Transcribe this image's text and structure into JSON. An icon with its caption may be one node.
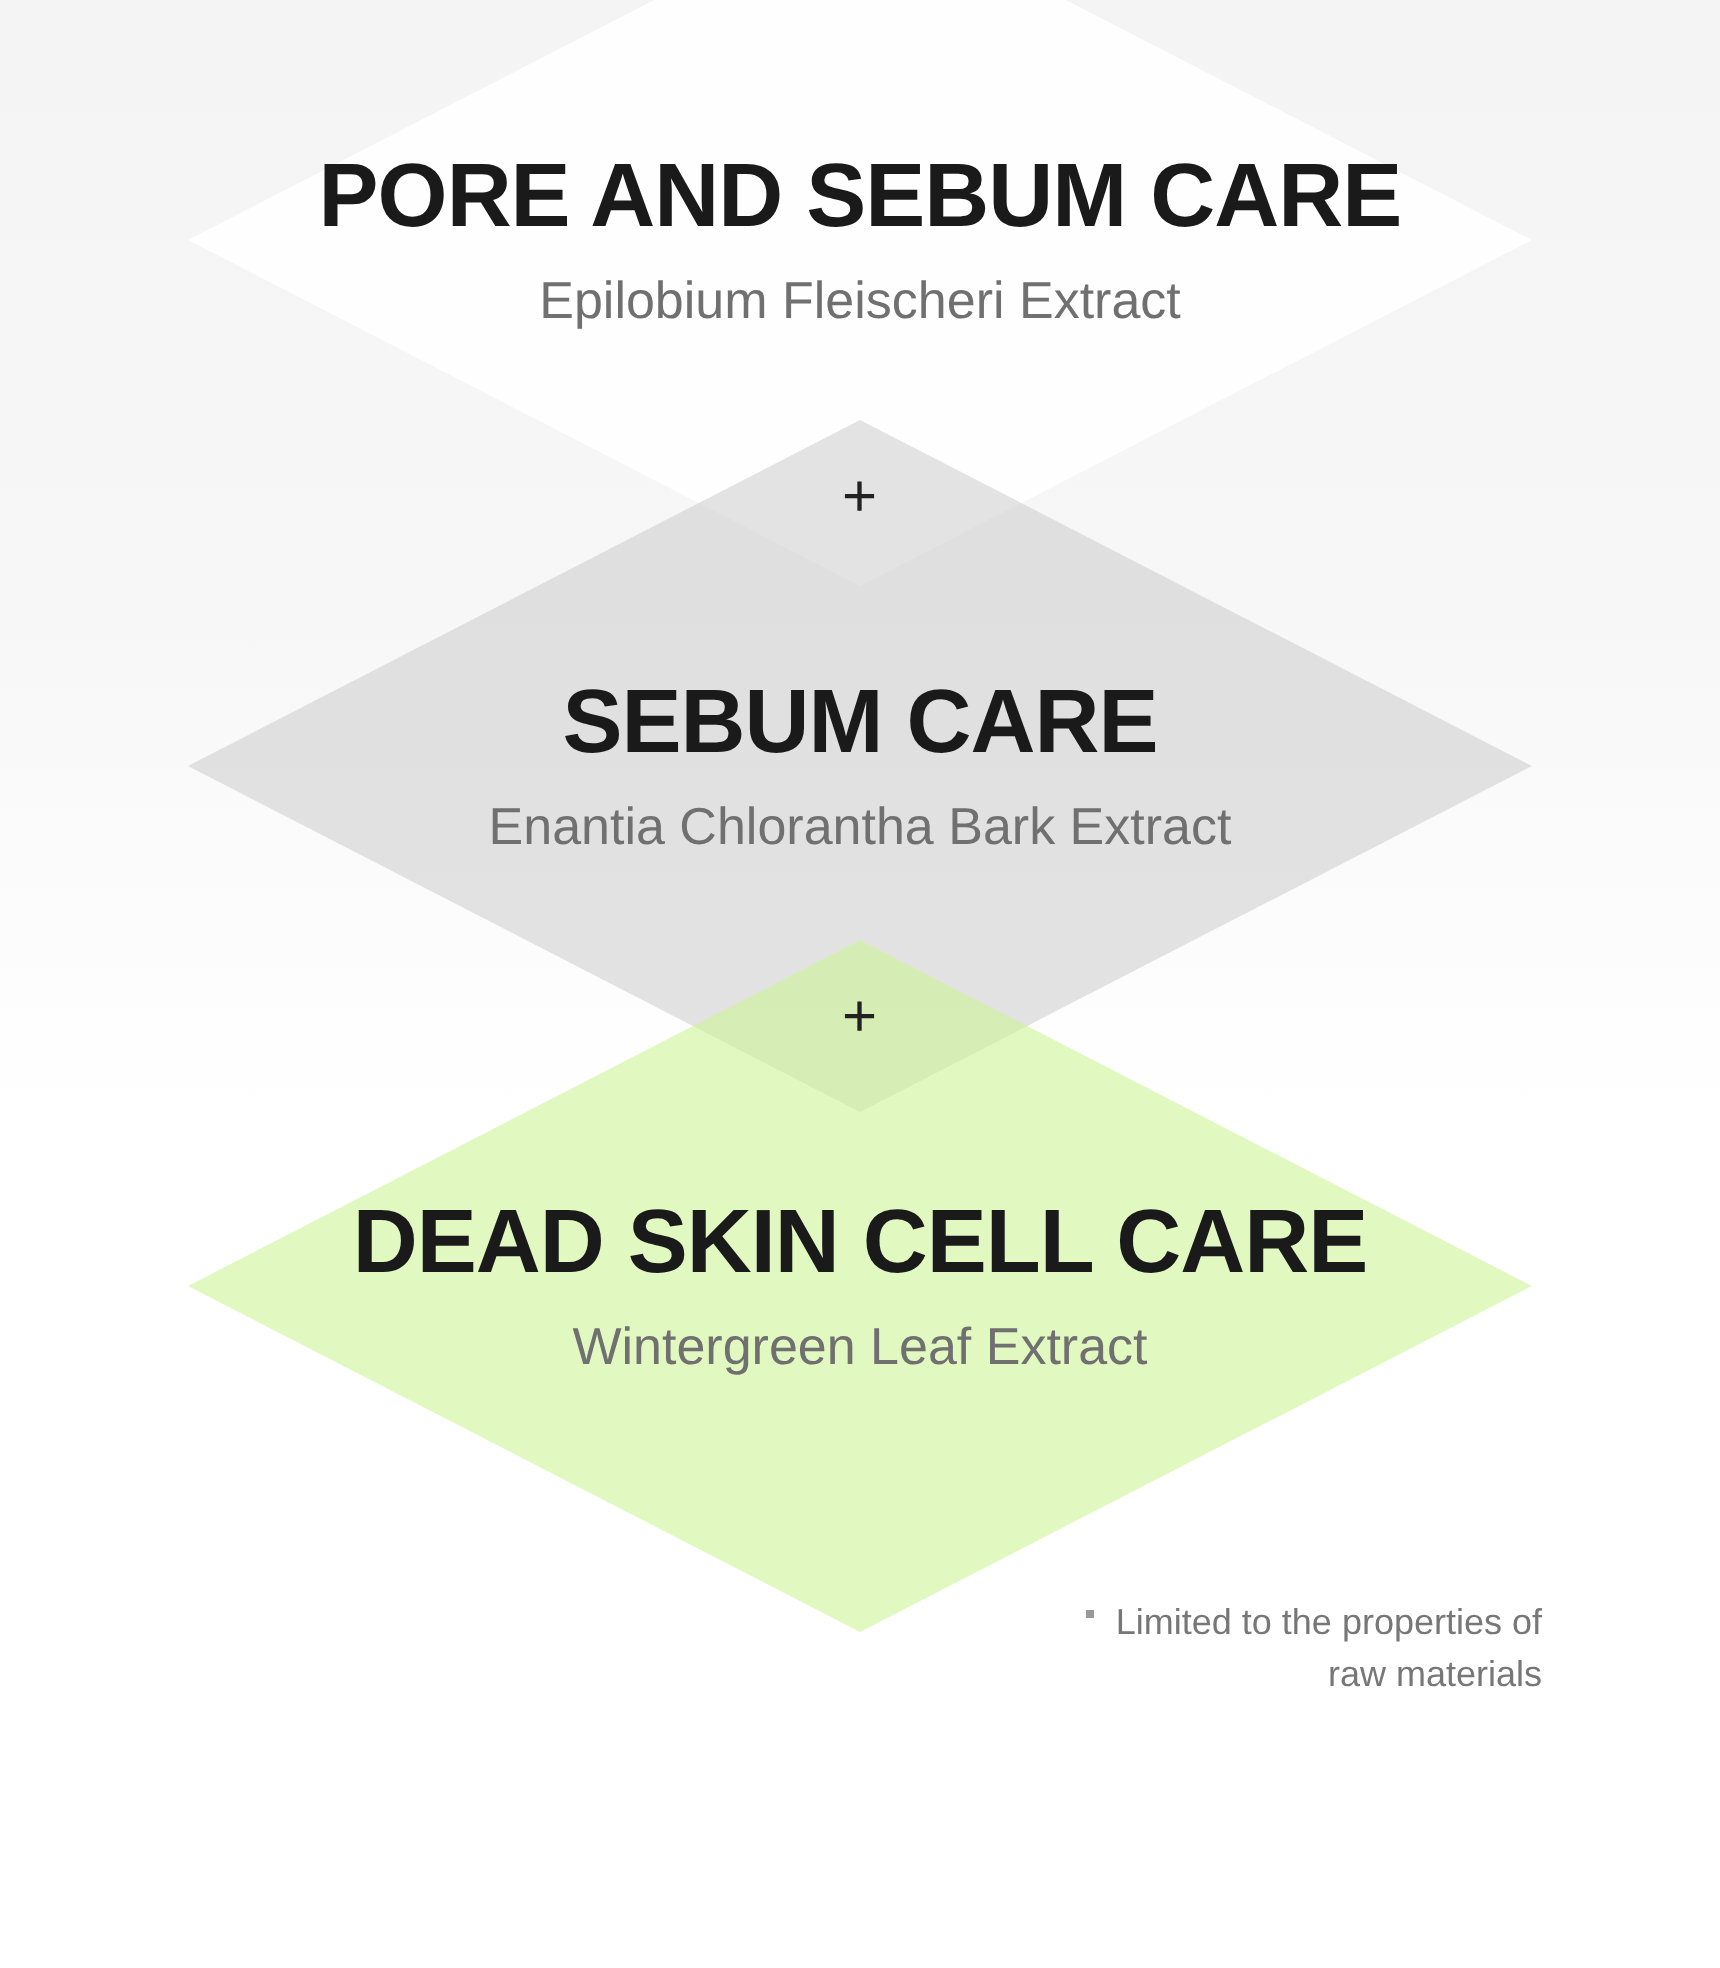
{
  "diagram": {
    "nodes": [
      {
        "text": [
          "PORE AND SEBUM CARE",
          "Epilobium Fleischeri Extract"
        ]
      },
      {
        "text": [
          "SEBUM CARE",
          "Enantia Chlorantha Bark Extract"
        ]
      },
      {
        "text": [
          "DEAD SKIN CELL CARE",
          "Wintergreen Leaf Extract"
        ]
      }
    ],
    "edges": [],
    "labels": [
      "+",
      "+",
      "Limited to the properties of raw materials"
    ]
  }
}
